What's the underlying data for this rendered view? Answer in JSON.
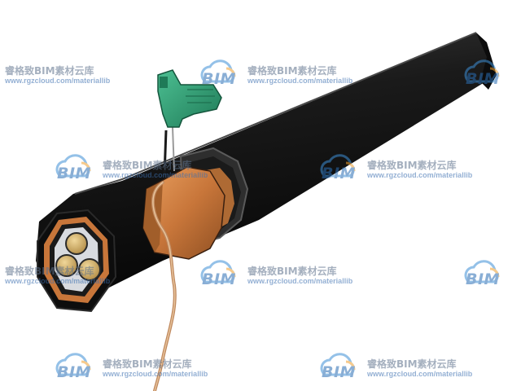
{
  "watermark": {
    "logo_text": "BIM",
    "title": "睿格致BIM素材云库",
    "url": "www.rgzcloud.com/materiallib",
    "colors": {
      "cloud_blue": "#3d8fd6",
      "cloud_orange": "#f0a030",
      "text_blue": "#2a6db3"
    }
  },
  "scene": {
    "icon": "cable-crimp-tool-icon",
    "colors": {
      "cable_jacket": "#141414",
      "copper_shield": "#c9793a",
      "conductor": "#c9a45c",
      "tool_handle": "#2f9a73",
      "background": "#ffffff"
    }
  }
}
